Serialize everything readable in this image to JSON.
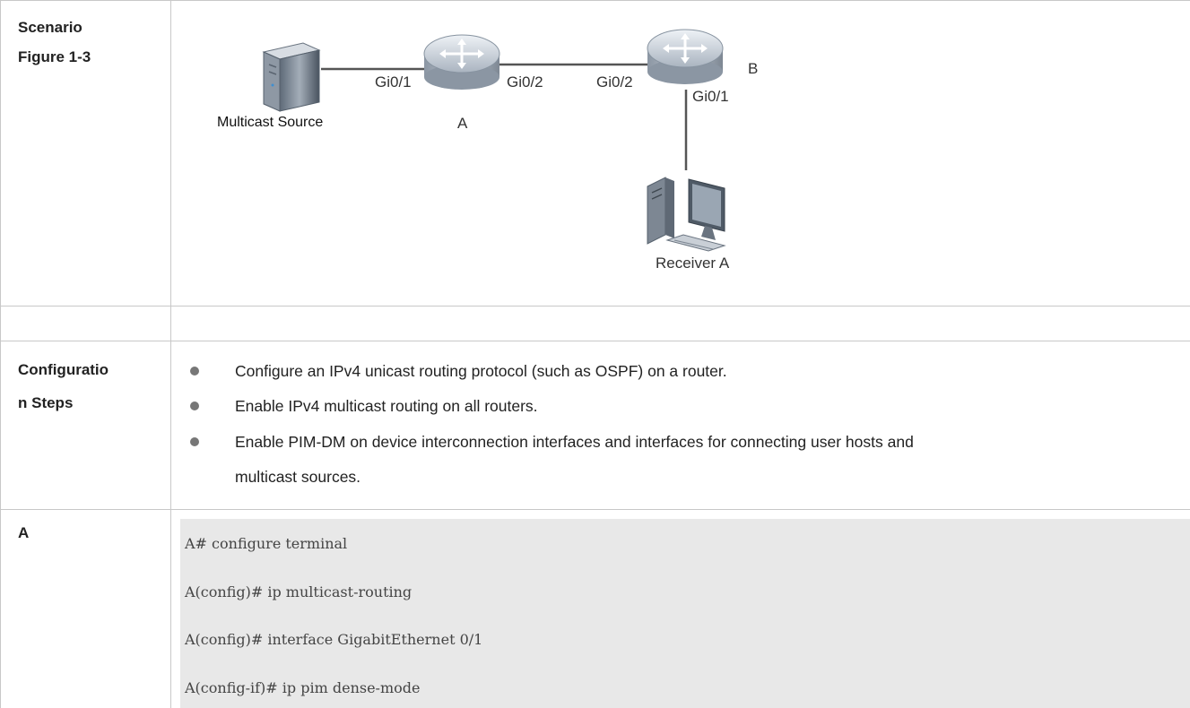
{
  "rows": {
    "scenario_label_line1": "Scenario",
    "scenario_label_line2": "Figure 1-3",
    "steps_label_line1": "Configuratio",
    "steps_label_line2": "n Steps",
    "a_label": "A"
  },
  "diagram": {
    "source_label": "Multicast Source",
    "router_a_label": "A",
    "router_b_label": "B",
    "receiver_label": "Receiver A",
    "a_left_port": "Gi0/1",
    "a_right_port": "Gi0/2",
    "b_left_port": "Gi0/2",
    "b_down_port": "Gi0/1"
  },
  "steps": [
    "Configure an IPv4 unicast routing protocol (such as OSPF) on a router.",
    "Enable IPv4 multicast routing on all routers.",
    "Enable PIM-DM on device interconnection interfaces and interfaces for connecting user hosts and",
    "multicast sources."
  ],
  "code": [
    "A# configure terminal",
    "A(config)# ip multicast-routing",
    "A(config)# interface GigabitEthernet 0/1",
    "A(config-if)# ip pim dense-mode"
  ],
  "colors": {
    "grid": "#c8c8c8",
    "code_background": "#e8e8e8",
    "bullet": "#777777"
  }
}
